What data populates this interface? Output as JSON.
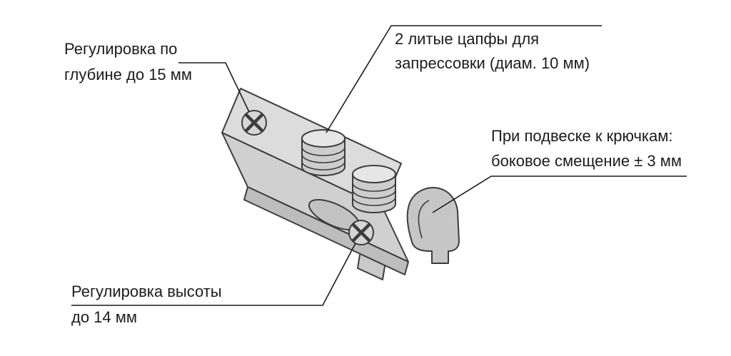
{
  "callouts": {
    "depth_adjustment": {
      "line1": "Регулировка по",
      "line2": "глубине до 15 мм"
    },
    "press_in_pins": {
      "line1": "2 литые цапфы для",
      "line2": "запрессовки (диам. 10 мм)"
    },
    "hook_hanging": {
      "line1": "При подвеске к крючкам:",
      "line2": "боковое смещение ± 3 мм"
    },
    "height_adjustment": {
      "line1": "Регулировка высоты",
      "line2": "до 14 мм"
    }
  },
  "colors": {
    "background": "#ffffff",
    "leader_line": "#1c1c1c",
    "edge": "#3d3d3d",
    "wall_face": "#dcdcdc",
    "flange_face": "#d0d0d0",
    "front_lip": "#bdbdbd",
    "bottom_tab": "#c9c9c9",
    "pin_body": "#cdcdcd",
    "pin_top": "#e6e6e6",
    "screw_head": "#d6d6d6",
    "slot_recess": "#c2c2c2",
    "hook_body": "#c6c6c6"
  }
}
